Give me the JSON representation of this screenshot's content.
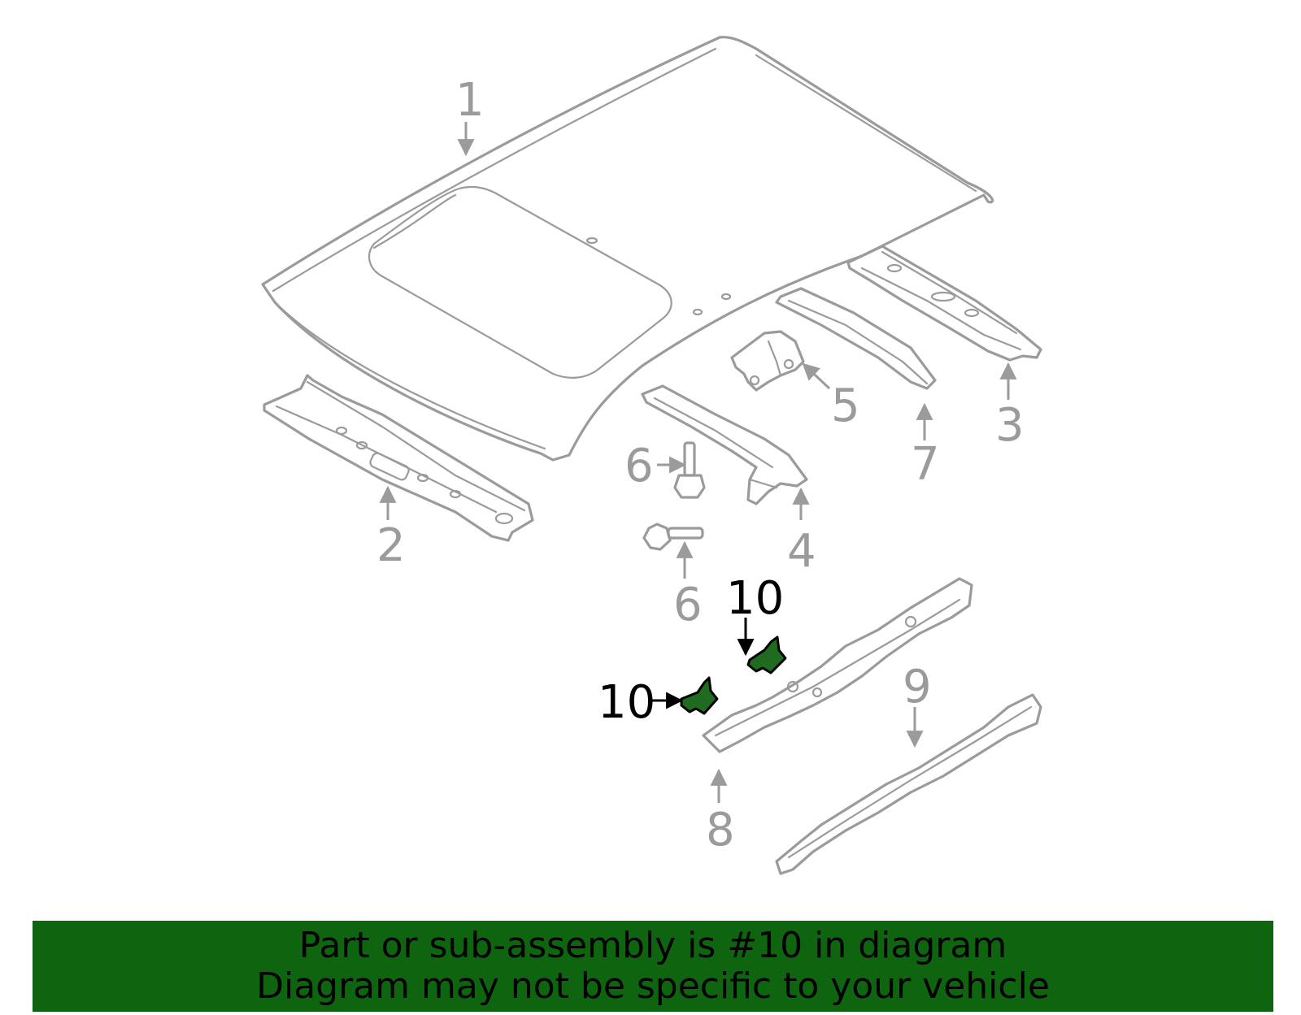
{
  "colors": {
    "line": "#9b9b9b",
    "highlight_fill": "#1f6b1f",
    "banner_bg": "#0f640f",
    "banner_text": "#000000"
  },
  "callouts": {
    "c1": "1",
    "c2": "2",
    "c3": "3",
    "c4": "4",
    "c5": "5",
    "c6a": "6",
    "c6b": "6",
    "c7": "7",
    "c8": "8",
    "c9": "9",
    "c10a": "10",
    "c10b": "10"
  },
  "banner": {
    "line1": "Part or sub-assembly is #10 in diagram",
    "line2": "Diagram may not be specific to your vehicle"
  }
}
